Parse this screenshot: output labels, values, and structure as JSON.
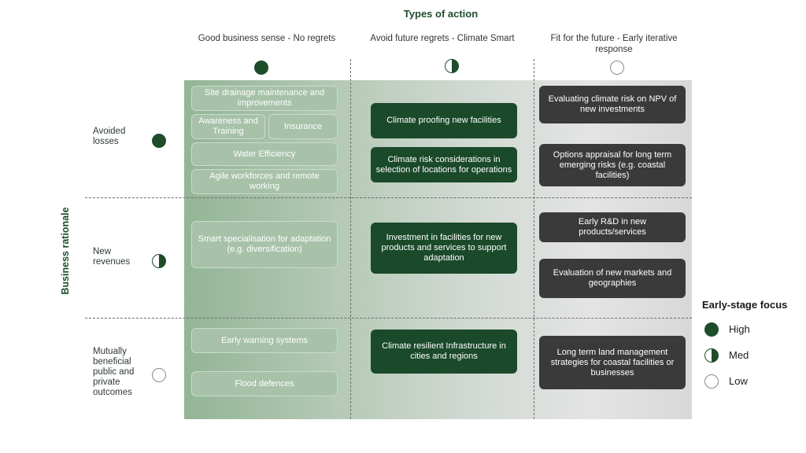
{
  "header": {
    "title": "Types of action",
    "columns": [
      {
        "label": "Good business sense - No regrets",
        "level": "full"
      },
      {
        "label": "Avoid future regrets - Climate Smart",
        "level": "half"
      },
      {
        "label": "Fit for the future - Early iterative response",
        "level": "empty"
      }
    ]
  },
  "side_label": "Business rationale",
  "rows": [
    {
      "label": "Avoided\nlosses",
      "level": "full"
    },
    {
      "label": "New\nrevenues",
      "level": "half"
    },
    {
      "label": "Mutually\nbeneficial\npublic and\nprivate\noutcomes",
      "level": "empty"
    }
  ],
  "cells": {
    "site_drainage": "Site drainage maintenance and improvements",
    "awareness": "Awareness and Training",
    "insurance": "Insurance",
    "water": "Water Efficiency",
    "agile": "Agile workforces and remote working",
    "climate_proofing": "Climate proofing new facilities",
    "climate_risk_locations": "Climate risk  considerations in selection of locations for operations",
    "npv": "Evaluating climate risk on NPV of new investments",
    "options_appraisal": "Options appraisal for long term emerging risks (e.g. coastal facilities)",
    "smart_spec": "Smart specialisation for adaptation (e.g. diversification)",
    "investment": "Investment in facilities for new products and services to support adaptation",
    "early_rd": "Early R&D in new products/services",
    "new_markets": "Evaluation of new markets and geographies",
    "early_warning": "Early warning systems",
    "flood": "Flood defences",
    "resilient_infra": "Climate resilient Infrastructure in cities and regions",
    "land_mgmt": "Long term land management strategies for coastal facilities or businesses"
  },
  "legend": {
    "title": "Early-stage focus",
    "items": [
      {
        "label": "High",
        "level": "full"
      },
      {
        "label": "Med",
        "level": "half"
      },
      {
        "label": "Low",
        "level": "empty"
      }
    ]
  },
  "colors": {
    "brand_green": "#1e4d2b",
    "light_cell": "#a7c2a9",
    "dark_cell": "#1a4a2a",
    "grey_cell": "#3a3a3a"
  }
}
